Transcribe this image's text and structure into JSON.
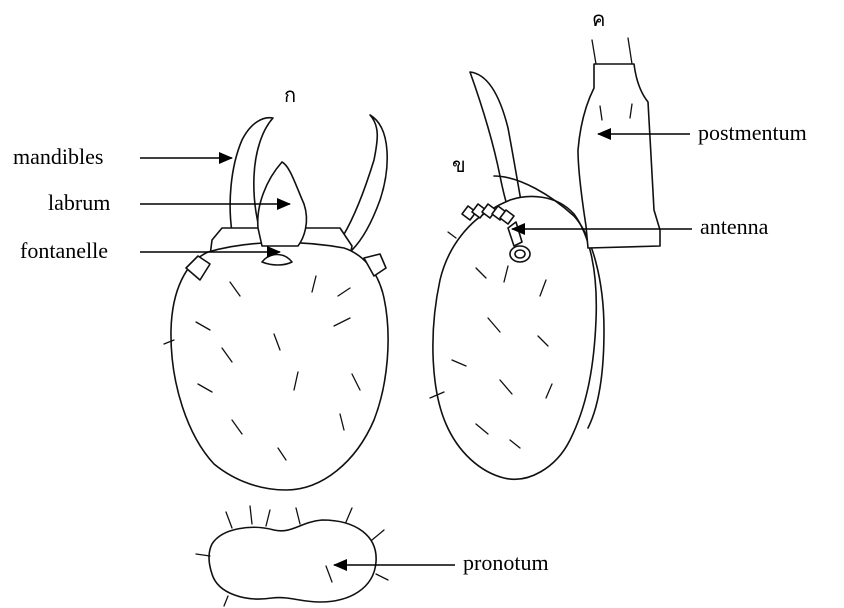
{
  "panel_labels": {
    "dorsal_head": "ก",
    "lateral_head": "ข",
    "postmentum_view": "ค"
  },
  "callouts": {
    "mandibles": "mandibles",
    "labrum": "labrum",
    "fontanelle": "fontanelle",
    "postmentum": "postmentum",
    "antenna": "antenna",
    "pronotum": "pronotum"
  },
  "style": {
    "ink": "#111111",
    "paper": "#ffffff"
  }
}
